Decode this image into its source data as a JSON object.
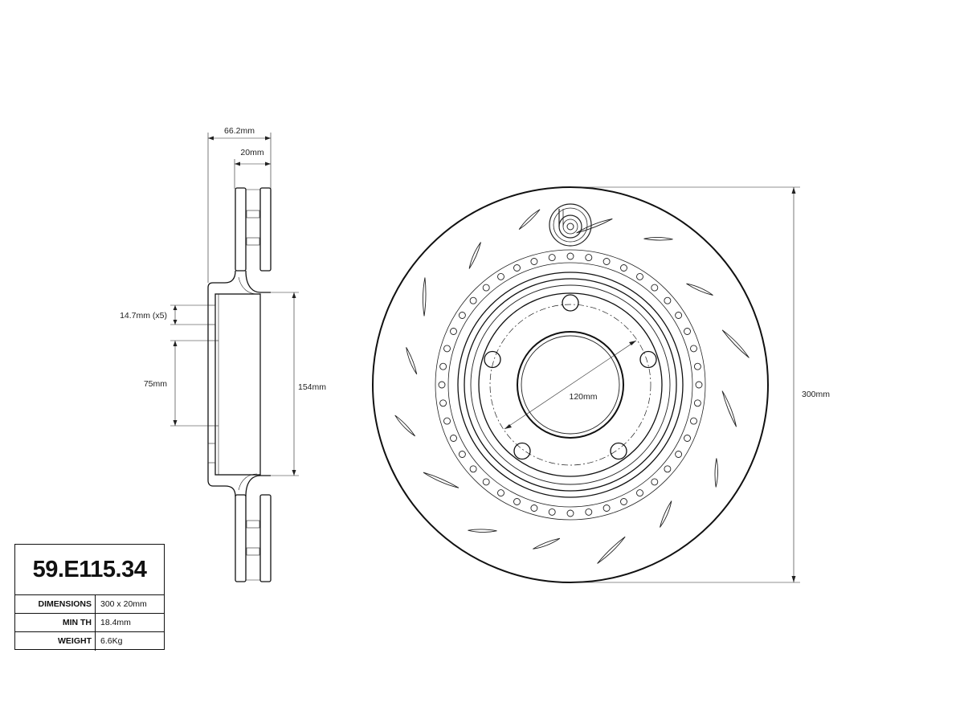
{
  "dimensions": {
    "overall_height": "66.2mm",
    "disc_thickness": "20mm",
    "bolt_hole": "14.7mm (x5)",
    "center_bore": "75mm",
    "hub_diameter": "154mm",
    "pcd": "120mm",
    "outer_diameter": "300mm"
  },
  "spec_table": {
    "part_number": "59.E115.34",
    "rows": [
      {
        "key": "DIMENSIONS",
        "value": "300 x 20mm"
      },
      {
        "key": "MIN TH",
        "value": "18.4mm"
      },
      {
        "key": "WEIGHT",
        "value": "6.6Kg"
      }
    ]
  },
  "logo": {
    "name": "brembo-logo-icon"
  }
}
